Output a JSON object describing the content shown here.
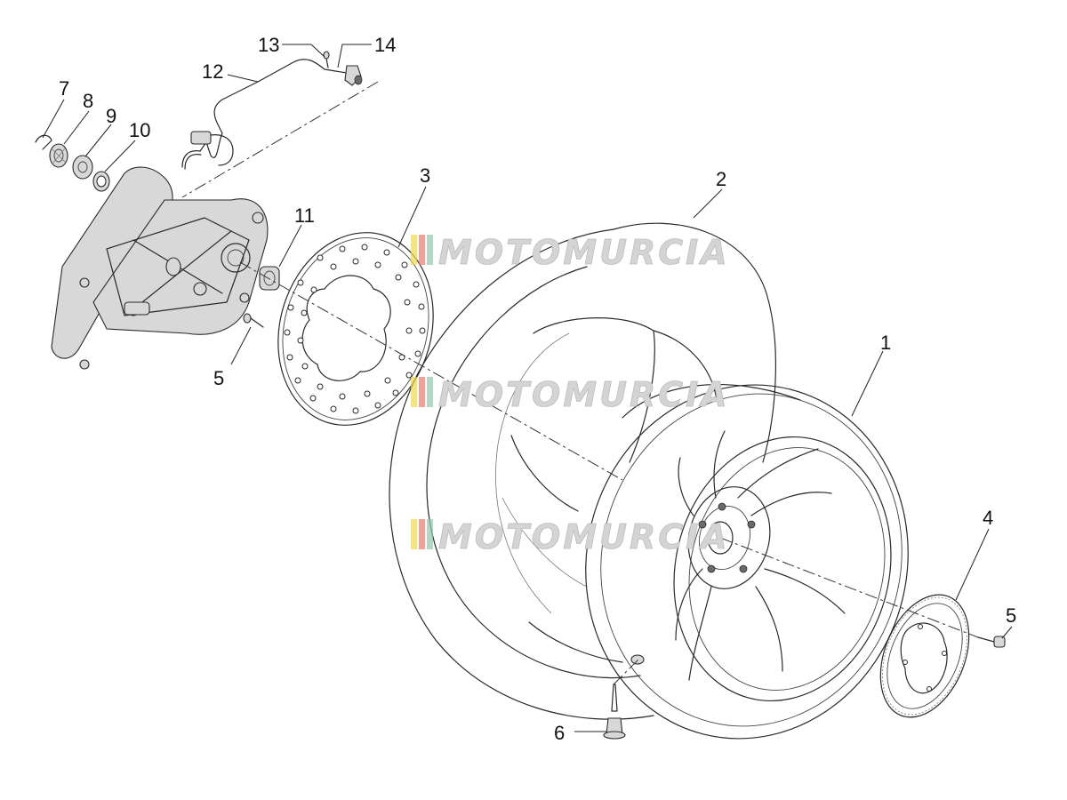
{
  "diagram": {
    "callouts": [
      {
        "id": "c1",
        "label": "1"
      },
      {
        "id": "c2",
        "label": "2"
      },
      {
        "id": "c3",
        "label": "3"
      },
      {
        "id": "c4",
        "label": "4"
      },
      {
        "id": "c5a",
        "label": "5"
      },
      {
        "id": "c5b",
        "label": "5"
      },
      {
        "id": "c6",
        "label": "6"
      },
      {
        "id": "c7",
        "label": "7"
      },
      {
        "id": "c8",
        "label": "8"
      },
      {
        "id": "c9",
        "label": "9"
      },
      {
        "id": "c10",
        "label": "10"
      },
      {
        "id": "c11",
        "label": "11"
      },
      {
        "id": "c12",
        "label": "12"
      },
      {
        "id": "c13",
        "label": "13"
      },
      {
        "id": "c14",
        "label": "14"
      }
    ],
    "watermark": {
      "text": "MOTOMURCIA",
      "stripe_colors": [
        "#f2d84a",
        "#e87a6a",
        "#8fc7a8"
      ]
    }
  }
}
